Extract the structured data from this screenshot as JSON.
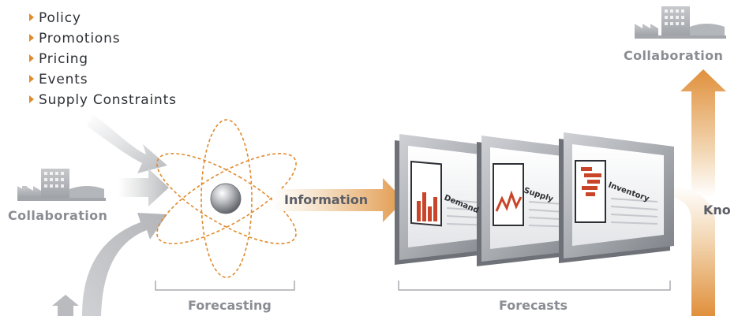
{
  "inputs": {
    "items": [
      "Policy",
      "Promotions",
      "Pricing",
      "Events",
      "Supply Constraints"
    ]
  },
  "left_collaboration": {
    "label": "Collaboration"
  },
  "top_right_collaboration": {
    "label": "Collaboration"
  },
  "information": {
    "label": "Information"
  },
  "forecasting": {
    "label": "Forecasting"
  },
  "forecasts": {
    "label": "Forecasts",
    "monitors": [
      {
        "title": "Demand"
      },
      {
        "title": "Supply"
      },
      {
        "title": "Inventory"
      }
    ]
  },
  "right_partial": {
    "label": "Kno"
  },
  "colors": {
    "accent_orange": "#e08a2c",
    "arrow_gray": "#c4c6ca",
    "text_dark": "#2e3035",
    "text_gray": "#8a8d93",
    "chart_red": "#c8452a"
  },
  "icons": [
    "factory-icon",
    "atom-icon",
    "arrow-icon",
    "monitor-icon"
  ]
}
